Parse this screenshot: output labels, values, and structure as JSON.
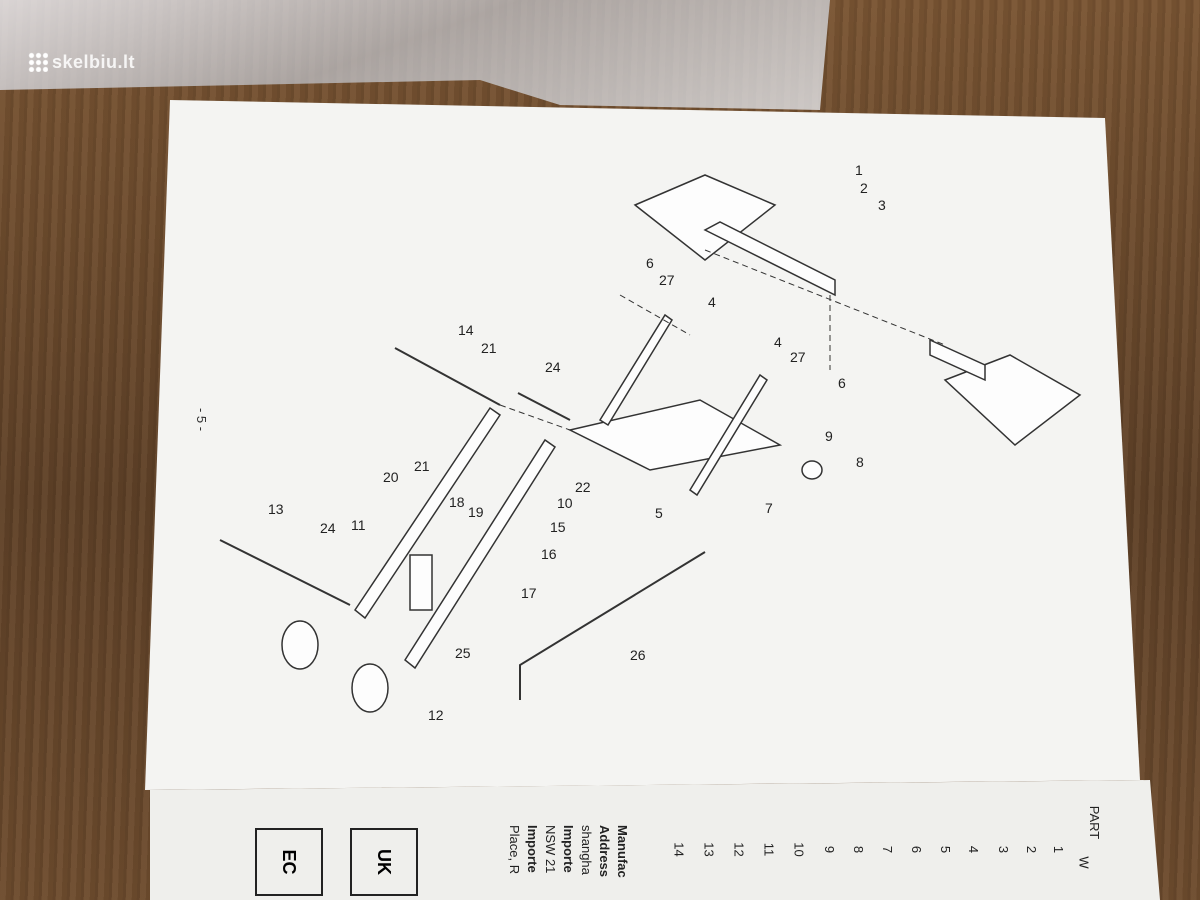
{
  "watermark": "skelbiu.lt",
  "page_number": "- 5 -",
  "callouts": [
    "1",
    "2",
    "3",
    "4",
    "4",
    "5",
    "6",
    "6",
    "7",
    "8",
    "9",
    "10",
    "11",
    "12",
    "13",
    "14",
    "15",
    "16",
    "17",
    "18",
    "19",
    "20",
    "21",
    "21",
    "22",
    "24",
    "24",
    "25",
    "26",
    "27",
    "27"
  ],
  "bottom_page": {
    "boxes": [
      "UK",
      "EC"
    ],
    "lines": [
      "Manufac",
      "Address",
      "shangha",
      "Importe",
      "NSW 21",
      "Importe",
      "Place, R"
    ],
    "table_header": "PART",
    "table_numbers": [
      "1",
      "2",
      "3",
      "4",
      "5",
      "6",
      "7",
      "8",
      "9",
      "10",
      "11",
      "12",
      "13",
      "14"
    ],
    "table_first_row_text": "W"
  }
}
